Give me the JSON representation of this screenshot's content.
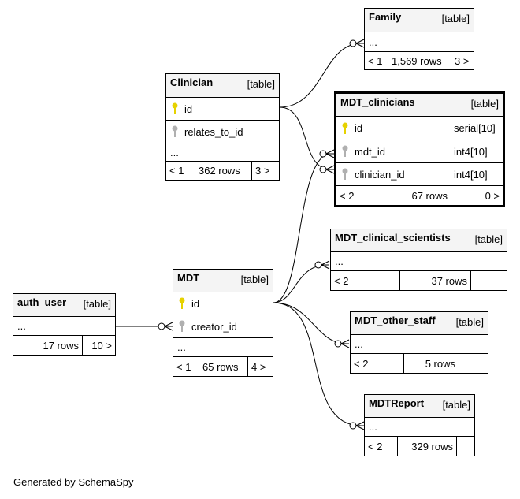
{
  "footer": "Generated by SchemaSpy",
  "colors": {
    "primary_key": "#e6d200",
    "foreign_key": "#b0b0b0",
    "header_bg": "#f4f4f4"
  },
  "tables": {
    "family": {
      "name": "Family",
      "kind": "[table]",
      "placeholder": "...",
      "parents": "< 1",
      "rows": "1,569 rows",
      "children": "3 >"
    },
    "clinician": {
      "name": "Clinician",
      "kind": "[table]",
      "columns": [
        {
          "name": "id",
          "key": "primary"
        },
        {
          "name": "relates_to_id",
          "key": "foreign"
        }
      ],
      "placeholder": "...",
      "parents": "< 1",
      "rows": "362 rows",
      "children": "3 >"
    },
    "mdt_clinicians": {
      "name": "MDT_clinicians",
      "kind": "[table]",
      "columns": [
        {
          "name": "id",
          "type": "serial[10]",
          "key": "primary"
        },
        {
          "name": "mdt_id",
          "type": "int4[10]",
          "key": "foreign"
        },
        {
          "name": "clinician_id",
          "type": "int4[10]",
          "key": "foreign"
        }
      ],
      "parents": "< 2",
      "rows": "67 rows",
      "children": "0 >"
    },
    "mdt_clinical_scientists": {
      "name": "MDT_clinical_scientists",
      "kind": "[table]",
      "placeholder": "...",
      "parents": "< 2",
      "rows": "37 rows",
      "children": ""
    },
    "auth_user": {
      "name": "auth_user",
      "kind": "[table]",
      "placeholder": "...",
      "parents": "",
      "rows": "17 rows",
      "children": "10 >"
    },
    "mdt": {
      "name": "MDT",
      "kind": "[table]",
      "columns": [
        {
          "name": "id",
          "key": "primary"
        },
        {
          "name": "creator_id",
          "key": "foreign"
        }
      ],
      "placeholder": "...",
      "parents": "< 1",
      "rows": "65 rows",
      "children": "4 >"
    },
    "mdt_other_staff": {
      "name": "MDT_other_staff",
      "kind": "[table]",
      "placeholder": "...",
      "parents": "< 2",
      "rows": "5 rows",
      "children": ""
    },
    "mdtreport": {
      "name": "MDTReport",
      "kind": "[table]",
      "placeholder": "...",
      "parents": "< 2",
      "rows": "329 rows",
      "children": ""
    }
  }
}
